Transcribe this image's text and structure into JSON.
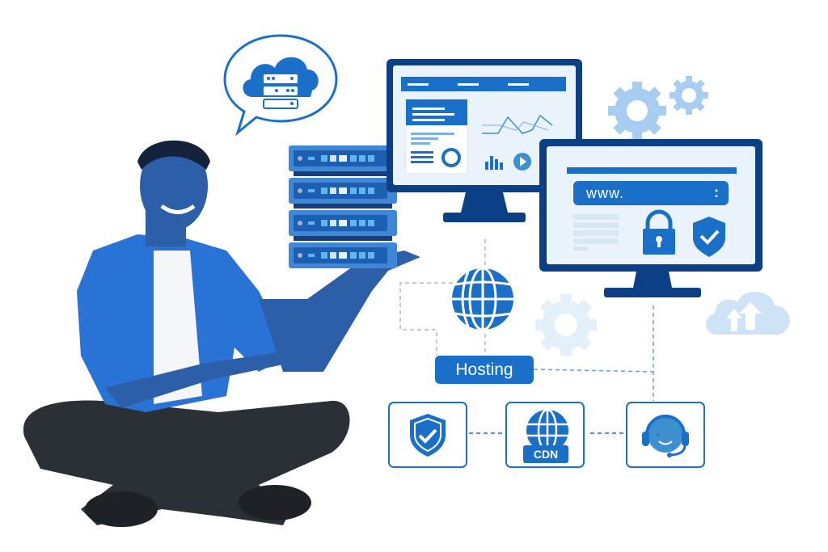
{
  "illustration": {
    "subject": "web hosting services",
    "labels": {
      "hosting": "Hosting",
      "cdn": "CDN",
      "url_bar": "www.",
      "url_menu": ":"
    },
    "icons": [
      "cloud-server-speech-bubble",
      "server-rack",
      "dashboard-monitor",
      "website-monitor",
      "lock",
      "shield-check",
      "globe",
      "gears",
      "cloud-upload",
      "headset-support"
    ],
    "colors": {
      "primary": "#1a6fc9",
      "dark": "#0b3f86",
      "light": "#a9cdf0",
      "pale": "#e6f1fb",
      "dashed_gray": "#b5b5b5",
      "dashed_blue": "#5aa0dc"
    }
  }
}
